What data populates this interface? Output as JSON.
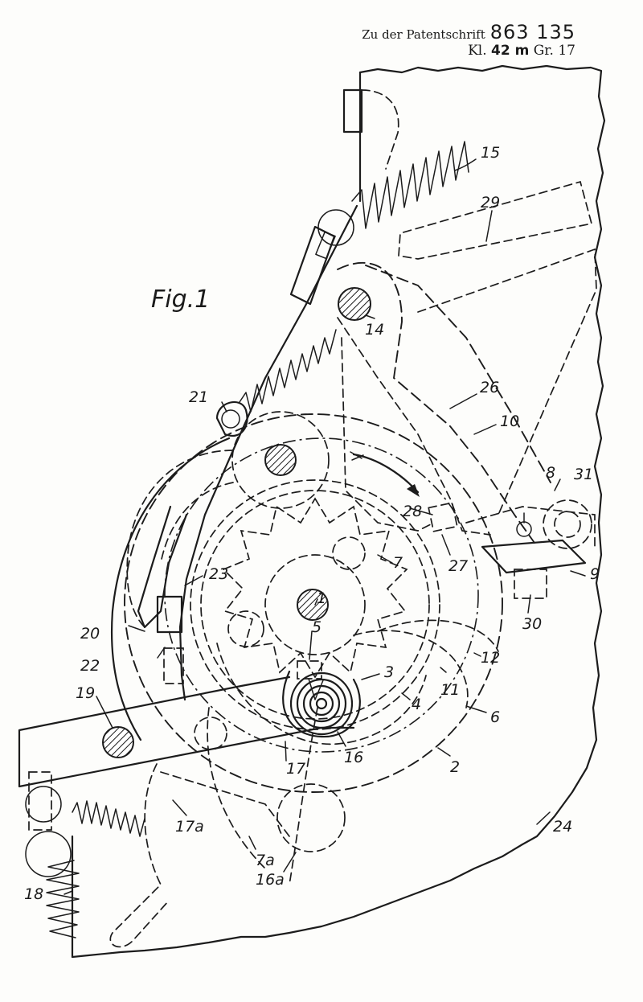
{
  "header": {
    "line1_prefix": "Zu der Patentschrift",
    "line1_number": "863 135",
    "line2_kl": "Kl.",
    "line2_kl_num": "42 m",
    "line2_gr": "Gr. 17"
  },
  "figure": {
    "title": "Fig.1"
  },
  "reference_numerals": {
    "n1": "1",
    "n2": "2",
    "n3": "3",
    "n4": "4",
    "n5": "5",
    "n6": "6",
    "n7": "7",
    "n7a": "7a",
    "n8": "8",
    "n9": "9",
    "n10": "10",
    "n11": "11",
    "n12": "12",
    "n14": "14",
    "n15": "15",
    "n16": "16",
    "n16a": "16a",
    "n17": "17",
    "n17a": "17a",
    "n18": "18",
    "n19": "19",
    "n20": "20",
    "n21": "21",
    "n22": "22",
    "n23": "23",
    "n24": "24",
    "n26": "26",
    "n27": "27",
    "n28": "28",
    "n29": "29",
    "n30": "30",
    "n31": "31"
  },
  "icons": [
    "hatched-pivot-icon",
    "direction-arrow-icon",
    "spiral-spring-icon"
  ]
}
